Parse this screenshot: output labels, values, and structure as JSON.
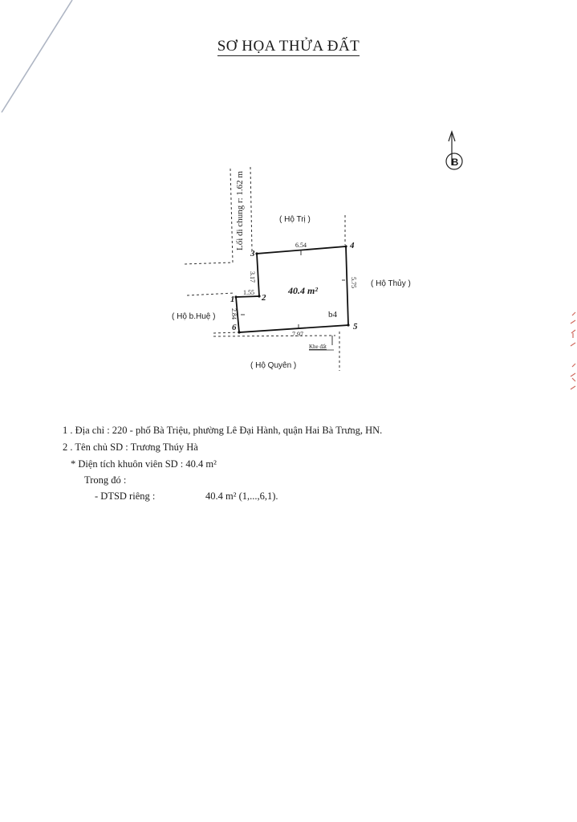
{
  "document": {
    "title": "SƠ HỌA THỬA ĐẤT"
  },
  "plan": {
    "north_arrow": {
      "label": "B"
    },
    "access_path_label": "Lối đi chung r: 1.62 m",
    "neighbors": {
      "north": "( Hộ Trị )",
      "east": "( Hộ Thủy )",
      "west": "( Hộ b.Huệ )",
      "south": "( Hộ Quyên )"
    },
    "area_label": "40.4 m²",
    "parcel_code": "b4",
    "vertices": [
      {
        "id": "1",
        "label": "1"
      },
      {
        "id": "2",
        "label": "2"
      },
      {
        "id": "3",
        "label": "3"
      },
      {
        "id": "4",
        "label": "4"
      },
      {
        "id": "5",
        "label": "5"
      },
      {
        "id": "6",
        "label": "6"
      }
    ],
    "edges": {
      "e1_2": "1.55",
      "e2_3": "3.17",
      "e3_4": "6.54",
      "e4_5": "5.75",
      "e5_6": "7.97",
      "e6_1": "2.84"
    },
    "drain_label": "Khe đất"
  },
  "info": {
    "line1": "1 . Địa chỉ : 220 - phố Bà Triệu, phường Lê Đại Hành, quận Hai Bà Trưng, HN.",
    "line2": "2 . Tên chủ SD : Trương Thúy Hà",
    "line3": "* Diện tích khuôn viên SD :  40.4  m²",
    "line4": "Trong đó :",
    "line5_label": "- DTSD riêng :",
    "line5_value": "40.4  m² (1,...,6,1)."
  },
  "colors": {
    "ink": "#1a1a1a",
    "red_stamp": "#c0392b",
    "page_edge": "#8a93a6"
  }
}
